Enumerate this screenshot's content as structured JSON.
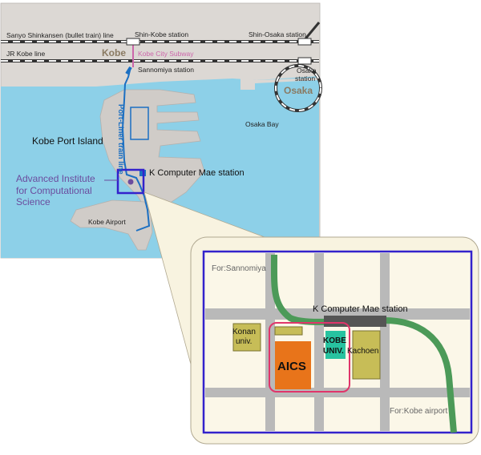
{
  "main_map": {
    "lines": {
      "shinkansen": "Sanyo Shinkansen (bullet train) line",
      "jr_kobe": "JR Kobe line",
      "subway": "Kobe City Subway",
      "port_liner": "Port-Liner train line"
    },
    "stations": {
      "shin_kobe": "Shin-Kobe station",
      "shin_osaka": "Shin-Osaka station",
      "sannomiya": "Sannomiya station",
      "osaka_line1": "Osaka",
      "osaka_line2": "station",
      "k_computer": "K Computer Mae station"
    },
    "cities": {
      "kobe": "Kobe",
      "osaka": "Osaka"
    },
    "places": {
      "osaka_bay": "Osaka Bay",
      "port_island": "Kobe Port Island",
      "airport": "Kobe Airport",
      "aics_line1": "Advanced Institute",
      "aics_line2": "for Computational",
      "aics_line3": "Science"
    }
  },
  "inset_map": {
    "for_sannomiya": "For:Sannomiya",
    "for_airport": "For:Kobe airport",
    "station": "K Computer Mae station",
    "konan_line1": "Konan",
    "konan_line2": "univ.",
    "aics": "AICS",
    "kobe_univ_line1": "KOBE",
    "kobe_univ_line2": "UNIV.",
    "kachoen": "Kachoen"
  },
  "colors": {
    "sea": "#8dd0e8",
    "land": "#dcd8d4",
    "island": "#d0ccc8",
    "port_liner": "#1b6fc2",
    "rail_inset": "#4c9a58",
    "aics": "#e8741a",
    "kobe_univ": "#27c3a0",
    "buildings": "#c7bd57",
    "highlight": "#3322cc",
    "aics_label": "#6b4c9e"
  }
}
